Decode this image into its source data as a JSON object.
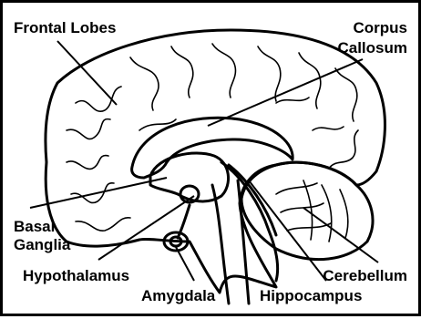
{
  "labels": {
    "frontal_lobes": "Frontal Lobes",
    "corpus_line1": "Corpus",
    "corpus_line2": "Callosum",
    "basal_line1": "Basal",
    "basal_line2": "Ganglia",
    "hypothalamus": "Hypothalamus",
    "amygdala": "Amygdala",
    "hippocampus": "Hippocampus",
    "cerebellum": "Cerebellum"
  }
}
